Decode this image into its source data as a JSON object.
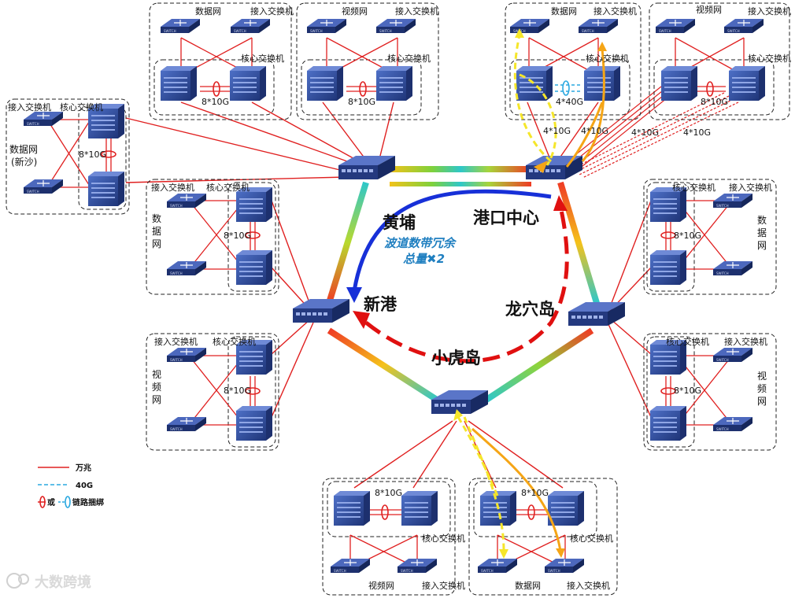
{
  "nodes": {
    "huangpu": "黄埔",
    "gangkou": "港口中心",
    "xingang": "新港",
    "longxuedao": "龙穴岛",
    "xiaohudao": "小虎岛"
  },
  "ring_note": {
    "line1": "波道数带冗余",
    "line2": "总量✖2"
  },
  "labels": {
    "data_net": "数据网",
    "video_net": "视频网",
    "data_net_xinsha": "数据网",
    "xinsha": "(新沙)",
    "access_switch": "接入交换机",
    "core_switch": "核心交换机",
    "bond_8x10g": "8*10G",
    "bond_4x40g": "4*40G",
    "link_4x10g": "4*10G",
    "data_v1": "数",
    "data_v2": "据",
    "data_v3": "网",
    "video_v1": "视",
    "video_v2": "频",
    "video_v3": "网",
    "device_text": "SWITCH"
  },
  "legend": {
    "wanzhao": "万兆",
    "g40": "40G",
    "bundle_or": "或",
    "bundle_text": "链路捆绑"
  },
  "watermark": "大数跨境",
  "colors": {
    "red_link": "#e02020",
    "blue_link": "#2aa8e0",
    "device": "#2f4f9c",
    "flow_yellow": "#f5e62a",
    "flow_orange": "#f5a516",
    "flow_blue": "#1730d8",
    "flow_red": "#e01010"
  }
}
